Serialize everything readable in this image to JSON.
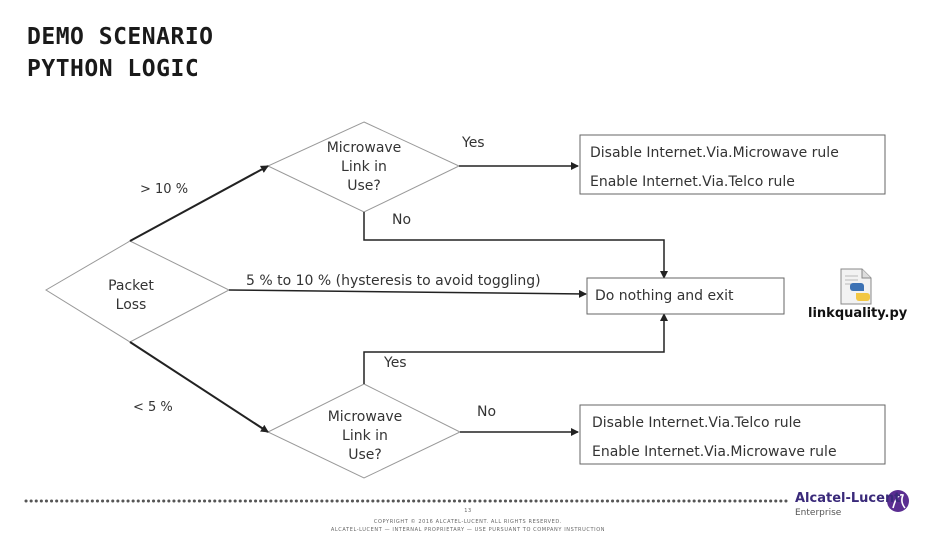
{
  "header": {
    "title_line1": "DEMO SCENARIO",
    "title_line2": "PYTHON LOGIC"
  },
  "diagram": {
    "decision_packet": [
      "Packet",
      "Loss"
    ],
    "decision_mw_top": [
      "Microwave",
      "Link in",
      "Use?"
    ],
    "decision_mw_bottom": [
      "Microwave",
      "Link in",
      "Use?"
    ],
    "label_gt10": "> 10 %",
    "label_mid": "5 % to 10 % (hysteresis to avoid toggling)",
    "label_lt5": "< 5 %",
    "label_yes_top": "Yes",
    "label_no_top": "No",
    "label_yes_bottom": "Yes",
    "label_no_bottom": "No",
    "box_top": [
      "Disable Internet.Via.Microwave rule",
      "Enable Internet.Via.Telco rule"
    ],
    "box_mid": "Do nothing and exit",
    "box_bottom": [
      "Disable Internet.Via.Telco rule",
      "Enable Internet.Via.Microwave rule"
    ]
  },
  "file": {
    "name": "linkquality.py",
    "icon": "python-file-icon"
  },
  "footer": {
    "page_number": "13",
    "copyright": "COPYRIGHT © 2016 ALCATEL-LUCENT. ALL RIGHTS RESERVED.",
    "proprietary": "ALCATEL-LUCENT — INTERNAL PROPRIETARY — USE PURSUANT TO COMPANY INSTRUCTION"
  },
  "logo": {
    "name": "Alcatel-Lucent",
    "sub": "Enterprise",
    "accent": "#5a2d91"
  }
}
